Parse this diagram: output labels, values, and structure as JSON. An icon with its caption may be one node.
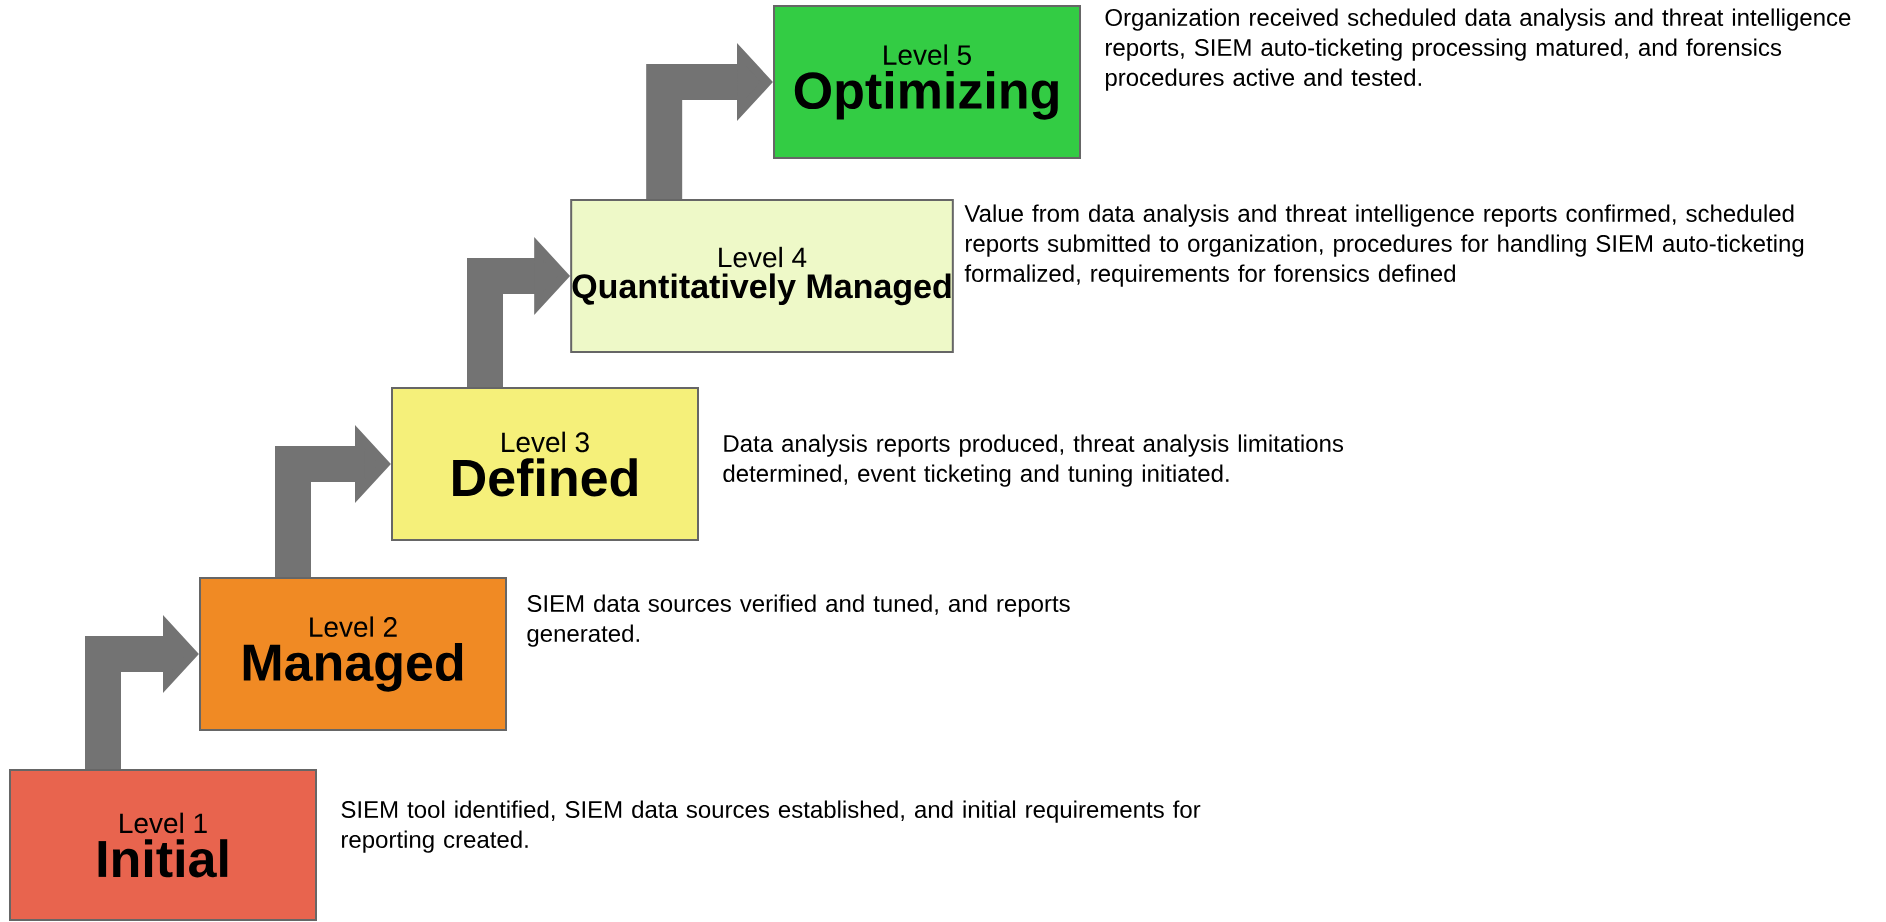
{
  "diagram": {
    "nodes": [
      {
        "text": [
          "Level 1",
          "Initial"
        ],
        "beside": [
          "SIEM tool identified, SIEM data sources established, and initial requirements for reporting created."
        ]
      },
      {
        "text": [
          "Level 2",
          "Managed"
        ],
        "beside": [
          "SIEM data sources verified and tuned, and reports generated."
        ]
      },
      {
        "text": [
          "Level 3",
          "Defined"
        ],
        "beside": [
          "Data analysis reports produced, threat analysis limitations determined, event ticketing and tuning initiated."
        ]
      },
      {
        "text": [
          "Level 4",
          "Quantitatively Managed"
        ],
        "beside": [
          "Value from data analysis and threat intelligence reports confirmed, scheduled reports submitted to organization, procedures for handling SIEM auto-ticketing formalized, requirements for forensics defined"
        ]
      },
      {
        "text": [
          "Level 5",
          "Optimizing"
        ],
        "beside": [
          "Organization received scheduled data analysis and threat intelligence reports,  SIEM auto-ticketing processing matured, and forensics procedures active and tested."
        ]
      }
    ],
    "edges": [
      {
        "from": 0,
        "to": 1,
        "arrow": "to"
      },
      {
        "from": 1,
        "to": 2,
        "arrow": "to"
      },
      {
        "from": 2,
        "to": 3,
        "arrow": "to"
      },
      {
        "from": 3,
        "to": 4,
        "arrow": "to"
      }
    ]
  }
}
